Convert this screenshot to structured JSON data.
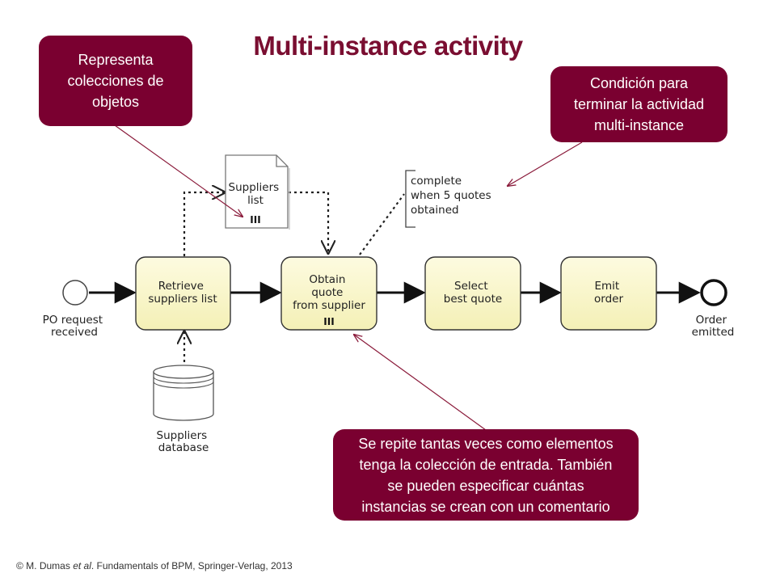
{
  "title": "Multi-instance activity",
  "callouts": {
    "collections": [
      "Representa",
      "colecciones de",
      "objetos"
    ],
    "condition": [
      "Condición para",
      "terminar la actividad",
      "multi-instance"
    ],
    "repeat": [
      "Se repite tantas veces como elementos",
      "tenga la colección de entrada. También",
      "se pueden especificar cuántas",
      "instancias se crean con un comentario"
    ]
  },
  "diagram": {
    "start_event": [
      "PO request",
      "received"
    ],
    "tasks": {
      "retrieve": [
        "Retrieve",
        "suppliers list"
      ],
      "obtain": [
        "Obtain",
        "quote",
        "from supplier"
      ],
      "select": [
        "Select",
        "best quote"
      ],
      "emit": [
        "Emit",
        "order"
      ]
    },
    "data_object": [
      "Suppliers",
      "list"
    ],
    "data_store": [
      "Suppliers",
      "database"
    ],
    "annotation": [
      "complete",
      "when 5 quotes",
      "obtained"
    ],
    "end_event": [
      "Order",
      "emitted"
    ],
    "multi_instance_marker": "III"
  },
  "footer": {
    "prefix": "© M. Dumas ",
    "italic": "et al",
    "suffix": ". Fundamentals of BPM, Springer-Verlag, 2013"
  },
  "colors": {
    "accent": "#7a0030",
    "title": "#7a0e31",
    "task_fill": "#fbf8cc"
  }
}
